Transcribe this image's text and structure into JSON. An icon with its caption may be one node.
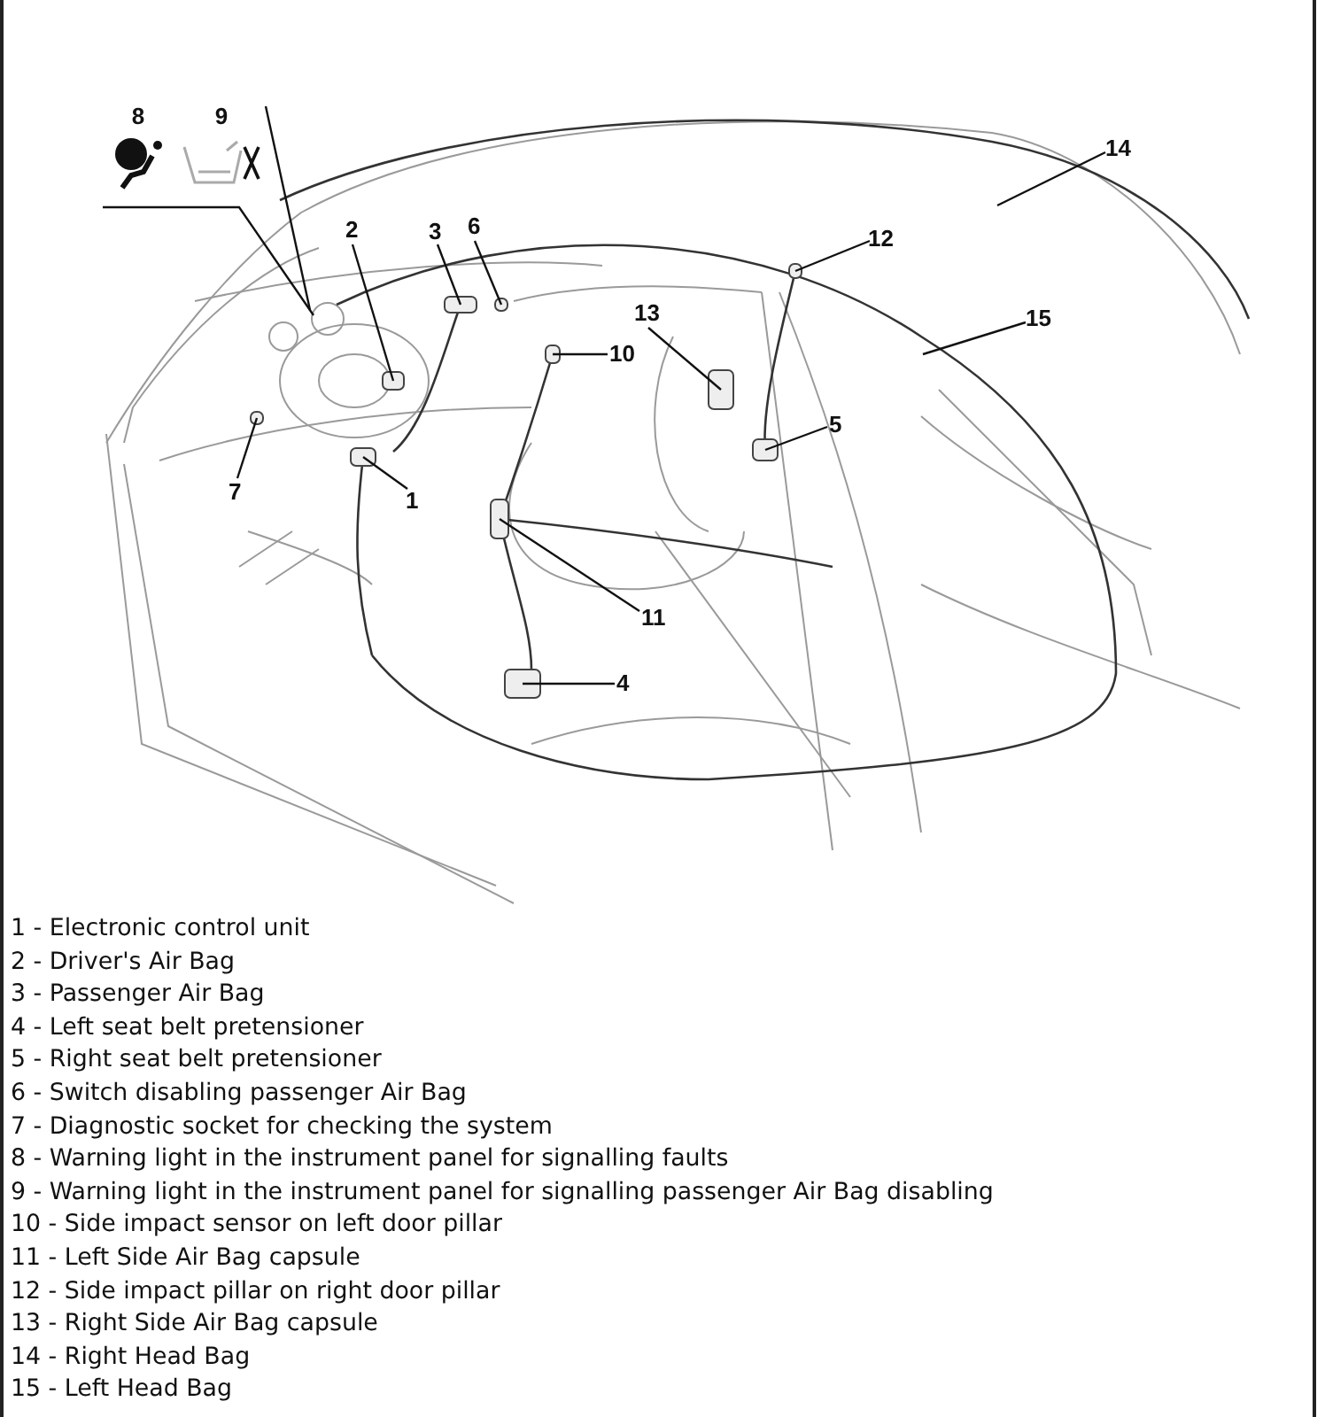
{
  "diagram": {
    "nodes": [
      {
        "text": [
          "1"
        ]
      },
      {
        "text": [
          "2"
        ]
      },
      {
        "text": [
          "3"
        ]
      },
      {
        "text": [
          "4"
        ]
      },
      {
        "text": [
          "5"
        ]
      },
      {
        "text": [
          "6"
        ]
      },
      {
        "text": [
          "7"
        ]
      },
      {
        "text": [
          "8"
        ]
      },
      {
        "text": [
          "9"
        ]
      },
      {
        "text": [
          "10"
        ]
      },
      {
        "text": [
          "11"
        ]
      },
      {
        "text": [
          "12"
        ]
      },
      {
        "text": [
          "13"
        ]
      },
      {
        "text": [
          "14"
        ]
      },
      {
        "text": [
          "15"
        ]
      }
    ],
    "edges": [
      {
        "from": 0,
        "to": null,
        "arrow": "none"
      },
      {
        "from": 1,
        "to": null,
        "arrow": "none"
      },
      {
        "from": 2,
        "to": null,
        "arrow": "none"
      },
      {
        "from": 3,
        "to": null,
        "arrow": "none"
      },
      {
        "from": 4,
        "to": null,
        "arrow": "none"
      },
      {
        "from": 5,
        "to": null,
        "arrow": "none"
      },
      {
        "from": 6,
        "to": null,
        "arrow": "none"
      },
      {
        "from": 7,
        "to": null,
        "arrow": "none"
      },
      {
        "from": 8,
        "to": null,
        "arrow": "none"
      },
      {
        "from": 9,
        "to": null,
        "arrow": "none"
      },
      {
        "from": 10,
        "to": null,
        "arrow": "none"
      },
      {
        "from": 11,
        "to": null,
        "arrow": "none"
      },
      {
        "from": 12,
        "to": null,
        "arrow": "none"
      },
      {
        "from": 13,
        "to": null,
        "arrow": "none"
      },
      {
        "from": 14,
        "to": null,
        "arrow": "none"
      }
    ],
    "labels": [
      "1 - Electronic control unit",
      "2 - Driver's Air Bag",
      "3 - Passenger Air Bag",
      "4 - Left seat belt pretensioner",
      "5 - Right seat belt pretensioner",
      "6 - Switch disabling passenger Air Bag",
      "7 - Diagnostic socket for checking the system",
      "8 - Warning light in the instrument panel for signalling faults",
      "9 - Warning light in the instrument panel for signalling passenger Air Bag disabling",
      "10 - Side impact sensor on left door pillar",
      "11 - Left Side Air Bag capsule",
      "12 - Side impact pillar on right door pillar",
      "13 - Right Side Air Bag capsule",
      "14 - Right Head Bag",
      "15 - Left Head Bag"
    ]
  }
}
